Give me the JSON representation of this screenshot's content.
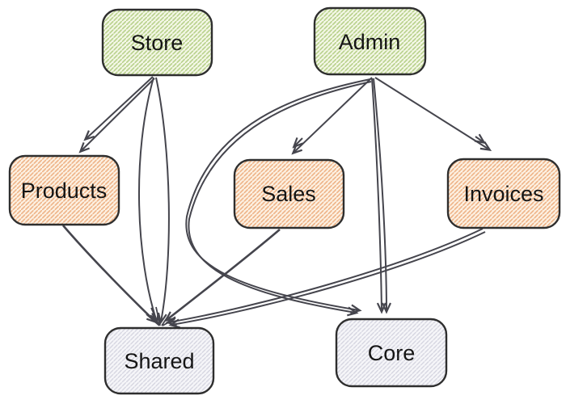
{
  "diagram": {
    "type": "module-dependency-graph",
    "background": "#ffffff",
    "palette": {
      "edge": "#45454d",
      "node_border": "#2e2e2e",
      "text": "#151515",
      "green_base": "#f5f8e8",
      "green_stripe": "#b7d08a",
      "orange_base": "#fdf2e4",
      "orange_stripe": "#eeb286",
      "gray_base": "#f6f6f9",
      "gray_stripe": "#d5d5e0"
    },
    "nodes": [
      {
        "id": "store",
        "label": "Store",
        "color": "green"
      },
      {
        "id": "admin",
        "label": "Admin",
        "color": "green"
      },
      {
        "id": "products",
        "label": "Products",
        "color": "orange"
      },
      {
        "id": "sales",
        "label": "Sales",
        "color": "orange"
      },
      {
        "id": "invoices",
        "label": "Invoices",
        "color": "gray-lavender-orange"
      },
      {
        "id": "shared",
        "label": "Shared",
        "color": "gray"
      },
      {
        "id": "core",
        "label": "Core",
        "color": "gray"
      }
    ],
    "edges": [
      {
        "from": "Store",
        "to": "Products",
        "lines": 2,
        "style": "straight"
      },
      {
        "from": "Store",
        "to": "Shared",
        "lines": 2,
        "style": "bowed-pair"
      },
      {
        "from": "Admin",
        "to": "Sales",
        "lines": 1,
        "style": "straight"
      },
      {
        "from": "Admin",
        "to": "Invoices",
        "lines": 1,
        "style": "straight"
      },
      {
        "from": "Admin",
        "to": "Core",
        "lines": 2,
        "style": "vertical"
      },
      {
        "from": "Admin",
        "to": "Core",
        "lines": 2,
        "style": "left-sweep-curve"
      },
      {
        "from": "Products",
        "to": "Shared",
        "lines": 1,
        "style": "straight"
      },
      {
        "from": "Sales",
        "to": "Shared",
        "lines": 1,
        "style": "straight"
      },
      {
        "from": "Invoices",
        "to": "Shared",
        "lines": 2,
        "style": "curved"
      }
    ]
  }
}
